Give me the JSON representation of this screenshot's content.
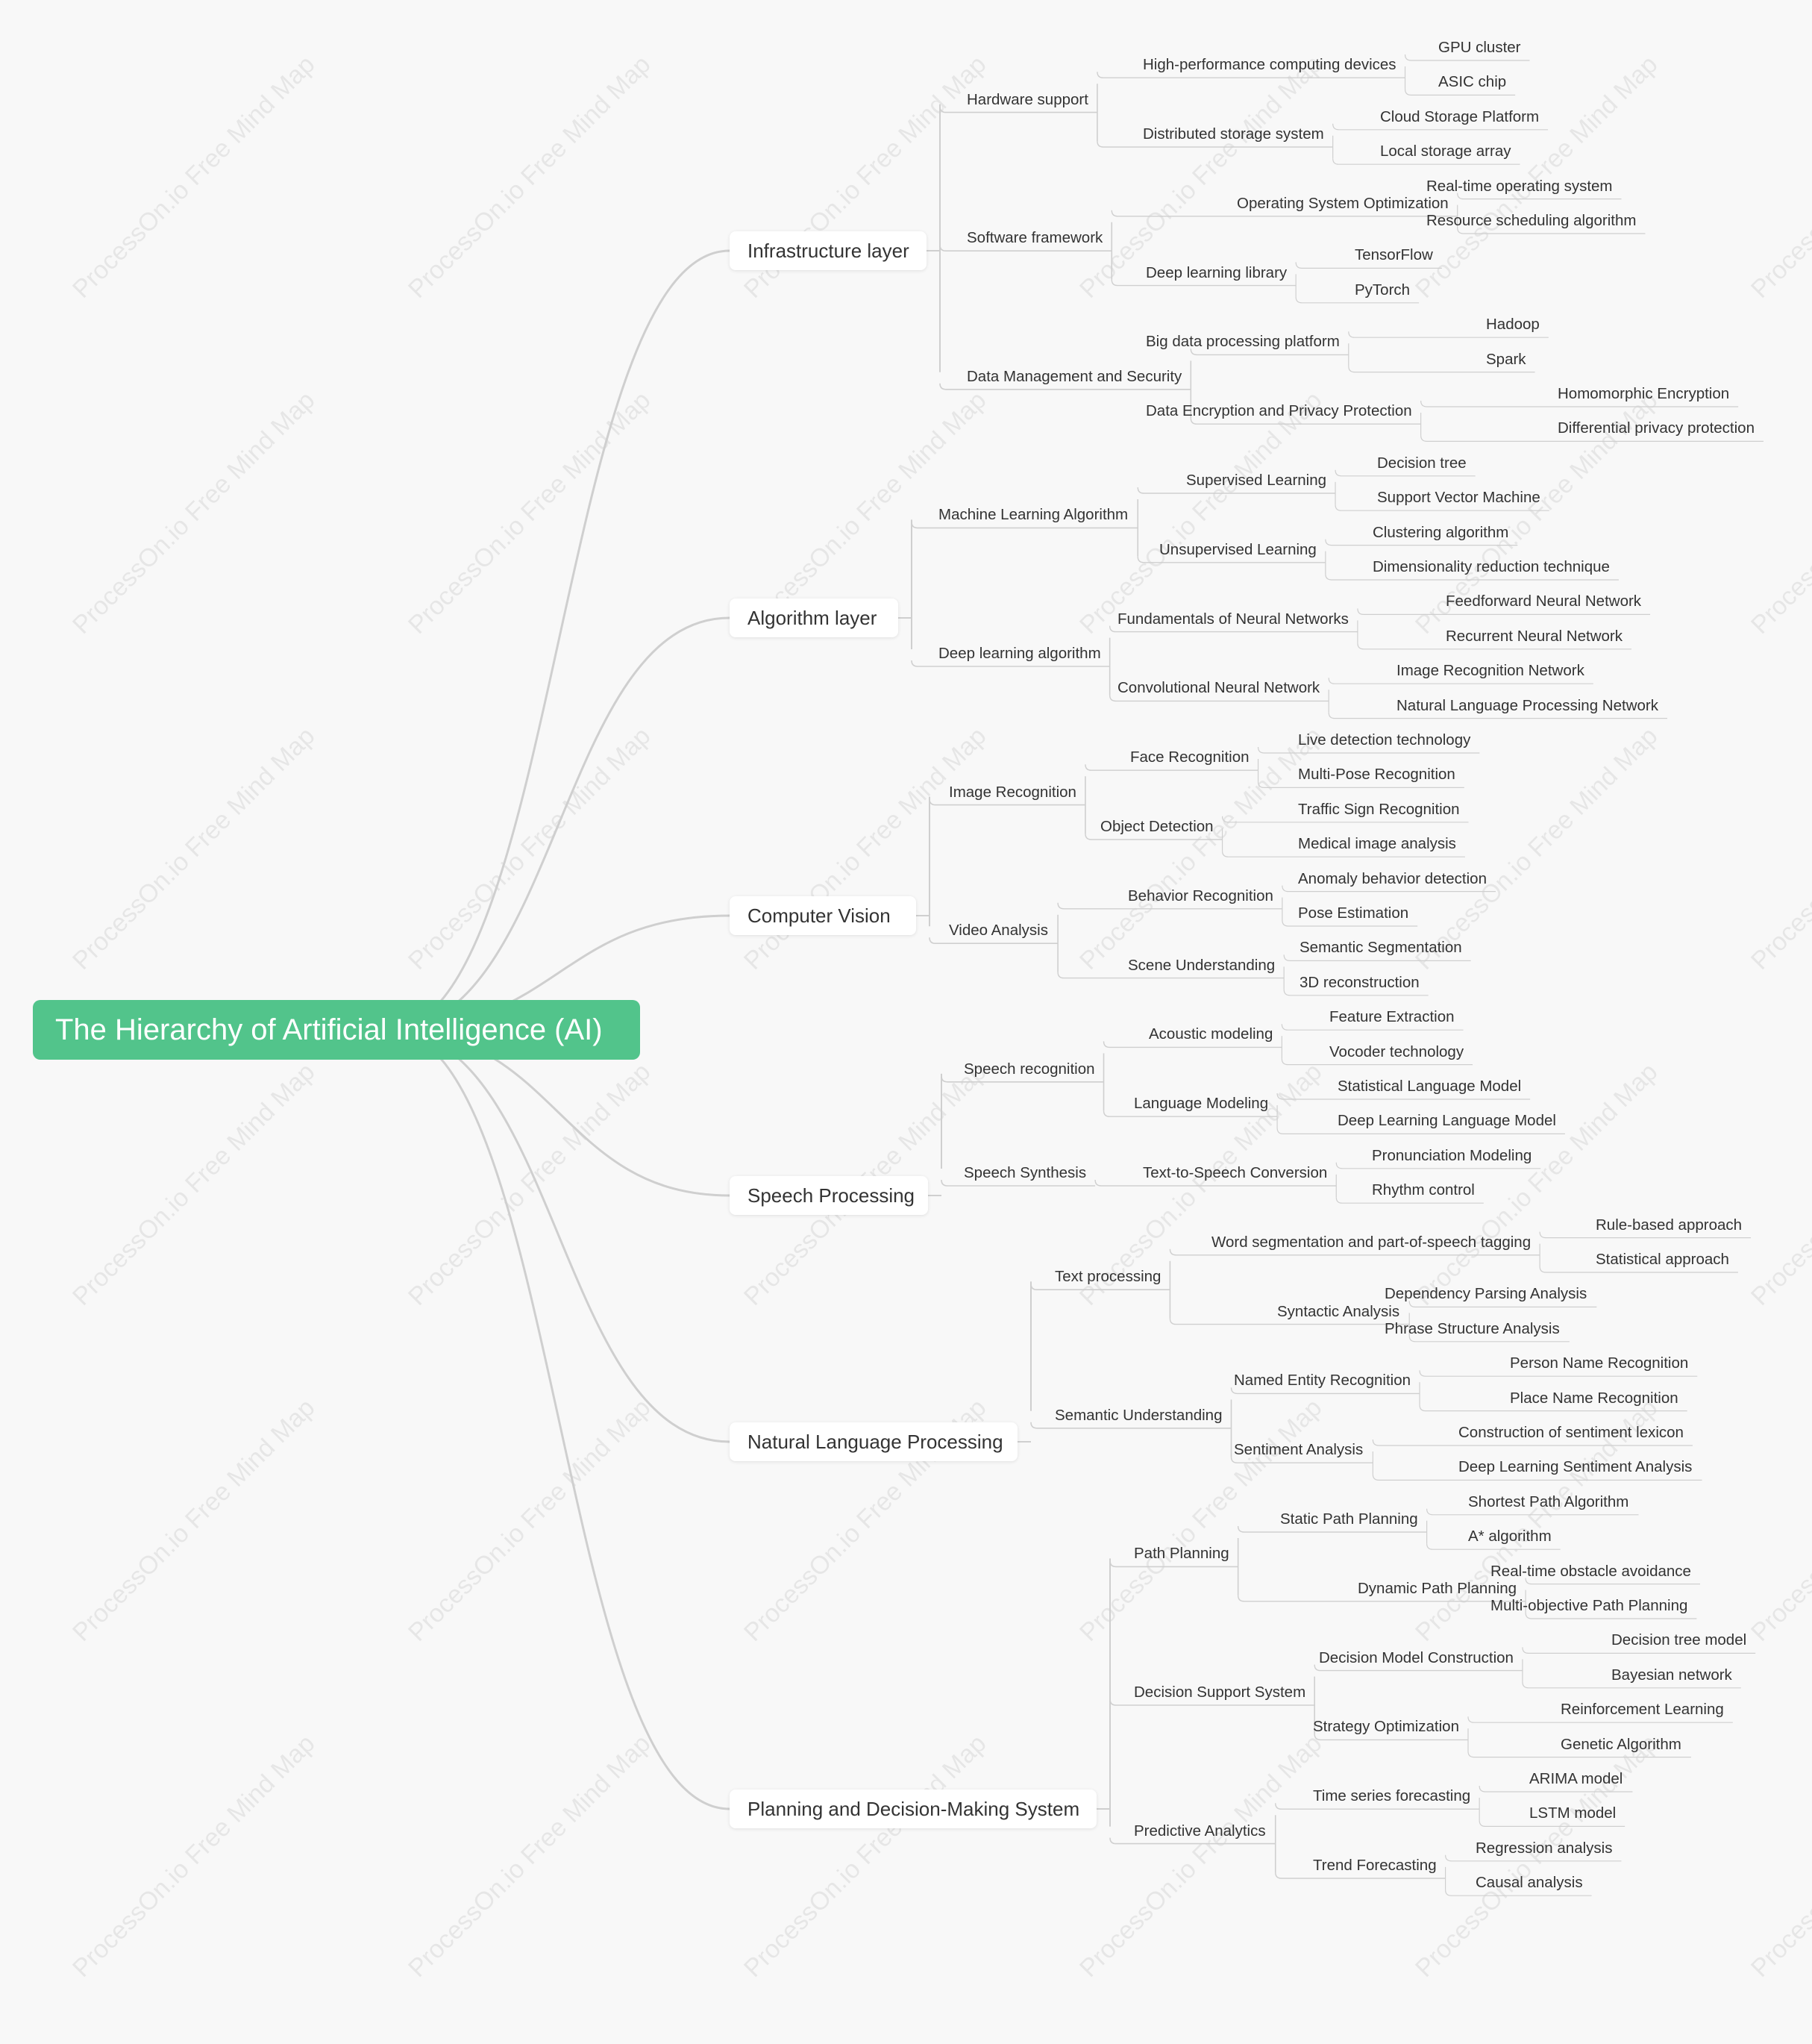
{
  "watermark_text": "ProcessOn.io Free Mind Map",
  "colors": {
    "root_bg": "#52c48b",
    "root_text": "#ffffff",
    "line": "#cfcfcf",
    "node_bg": "#ffffff",
    "text": "#333333"
  },
  "root": {
    "label": "The Hierarchy of Artificial Intelligence (AI)"
  },
  "categories": [
    {
      "label": "Infrastructure layer",
      "children": [
        {
          "label": "Hardware support",
          "children": [
            {
              "label": "High-performance computing devices",
              "children": [
                {
                  "label": "GPU cluster"
                },
                {
                  "label": "ASIC chip"
                }
              ]
            },
            {
              "label": "Distributed storage system",
              "children": [
                {
                  "label": "Cloud Storage Platform"
                },
                {
                  "label": "Local storage array"
                }
              ]
            }
          ]
        },
        {
          "label": "Software framework",
          "children": [
            {
              "label": "Operating System Optimization",
              "children": [
                {
                  "label": "Real-time operating system"
                },
                {
                  "label": "Resource scheduling algorithm"
                }
              ]
            },
            {
              "label": "Deep learning library",
              "children": [
                {
                  "label": "TensorFlow"
                },
                {
                  "label": "PyTorch"
                }
              ]
            }
          ]
        },
        {
          "label": "Data Management and Security",
          "children": [
            {
              "label": "Big data processing platform",
              "children": [
                {
                  "label": "Hadoop"
                },
                {
                  "label": "Spark"
                }
              ]
            },
            {
              "label": "Data Encryption and Privacy Protection",
              "children": [
                {
                  "label": "Homomorphic Encryption"
                },
                {
                  "label": "Differential privacy protection"
                }
              ]
            }
          ]
        }
      ]
    },
    {
      "label": "Algorithm layer",
      "children": [
        {
          "label": "Machine Learning Algorithm",
          "children": [
            {
              "label": "Supervised Learning",
              "children": [
                {
                  "label": "Decision tree"
                },
                {
                  "label": "Support Vector Machine"
                }
              ]
            },
            {
              "label": "Unsupervised Learning",
              "children": [
                {
                  "label": "Clustering algorithm"
                },
                {
                  "label": "Dimensionality reduction technique"
                }
              ]
            }
          ]
        },
        {
          "label": "Deep learning algorithm",
          "children": [
            {
              "label": "Fundamentals of Neural Networks",
              "children": [
                {
                  "label": "Feedforward Neural Network"
                },
                {
                  "label": "Recurrent Neural Network"
                }
              ]
            },
            {
              "label": "Convolutional Neural Network",
              "children": [
                {
                  "label": "Image Recognition Network"
                },
                {
                  "label": "Natural Language Processing Network"
                }
              ]
            }
          ]
        }
      ]
    },
    {
      "label": "Computer Vision",
      "children": [
        {
          "label": "Image Recognition",
          "children": [
            {
              "label": "Face Recognition",
              "children": [
                {
                  "label": "Live detection technology"
                },
                {
                  "label": "Multi-Pose Recognition"
                }
              ]
            },
            {
              "label": "Object Detection",
              "children": [
                {
                  "label": "Traffic Sign Recognition"
                },
                {
                  "label": "Medical image analysis"
                }
              ]
            }
          ]
        },
        {
          "label": "Video Analysis",
          "children": [
            {
              "label": "Behavior Recognition",
              "children": [
                {
                  "label": "Anomaly behavior detection"
                },
                {
                  "label": "Pose Estimation"
                }
              ]
            },
            {
              "label": "Scene Understanding",
              "children": [
                {
                  "label": "Semantic Segmentation"
                },
                {
                  "label": "3D reconstruction"
                }
              ]
            }
          ]
        }
      ]
    },
    {
      "label": "Speech Processing",
      "children": [
        {
          "label": "Speech recognition",
          "children": [
            {
              "label": "Acoustic modeling",
              "children": [
                {
                  "label": "Feature Extraction"
                },
                {
                  "label": "Vocoder technology"
                }
              ]
            },
            {
              "label": "Language Modeling",
              "children": [
                {
                  "label": "Statistical Language Model"
                },
                {
                  "label": "Deep Learning Language Model"
                }
              ]
            }
          ]
        },
        {
          "label": "Speech Synthesis",
          "children": [
            {
              "label": "Text-to-Speech Conversion",
              "children": [
                {
                  "label": "Pronunciation Modeling"
                },
                {
                  "label": "Rhythm control"
                }
              ]
            }
          ]
        }
      ]
    },
    {
      "label": "Natural Language Processing",
      "children": [
        {
          "label": "Text processing",
          "children": [
            {
              "label": "Word segmentation and part-of-speech tagging",
              "children": [
                {
                  "label": "Rule-based approach"
                },
                {
                  "label": "Statistical approach"
                }
              ]
            },
            {
              "label": "Syntactic Analysis",
              "children": [
                {
                  "label": "Dependency Parsing Analysis"
                },
                {
                  "label": "Phrase Structure Analysis"
                }
              ]
            }
          ]
        },
        {
          "label": "Semantic Understanding",
          "children": [
            {
              "label": "Named Entity Recognition",
              "children": [
                {
                  "label": "Person Name Recognition"
                },
                {
                  "label": "Place Name Recognition"
                }
              ]
            },
            {
              "label": "Sentiment Analysis",
              "children": [
                {
                  "label": "Construction of sentiment lexicon"
                },
                {
                  "label": "Deep Learning Sentiment Analysis"
                }
              ]
            }
          ]
        }
      ]
    },
    {
      "label": "Planning and Decision-Making System",
      "children": [
        {
          "label": "Path Planning",
          "children": [
            {
              "label": "Static Path Planning",
              "children": [
                {
                  "label": "Shortest Path Algorithm"
                },
                {
                  "label": "A* algorithm"
                }
              ]
            },
            {
              "label": "Dynamic Path Planning",
              "children": [
                {
                  "label": "Real-time obstacle avoidance"
                },
                {
                  "label": "Multi-objective Path Planning"
                }
              ]
            }
          ]
        },
        {
          "label": "Decision Support System",
          "children": [
            {
              "label": "Decision Model Construction",
              "children": [
                {
                  "label": "Decision tree model"
                },
                {
                  "label": "Bayesian network"
                }
              ]
            },
            {
              "label": "Strategy Optimization",
              "children": [
                {
                  "label": "Reinforcement Learning"
                },
                {
                  "label": "Genetic Algorithm"
                }
              ]
            }
          ]
        },
        {
          "label": "Predictive Analytics",
          "children": [
            {
              "label": "Time series forecasting",
              "children": [
                {
                  "label": "ARIMA model"
                },
                {
                  "label": "LSTM model"
                }
              ]
            },
            {
              "label": "Trend Forecasting",
              "children": [
                {
                  "label": "Regression analysis"
                },
                {
                  "label": "Causal analysis"
                }
              ]
            }
          ]
        }
      ]
    }
  ]
}
